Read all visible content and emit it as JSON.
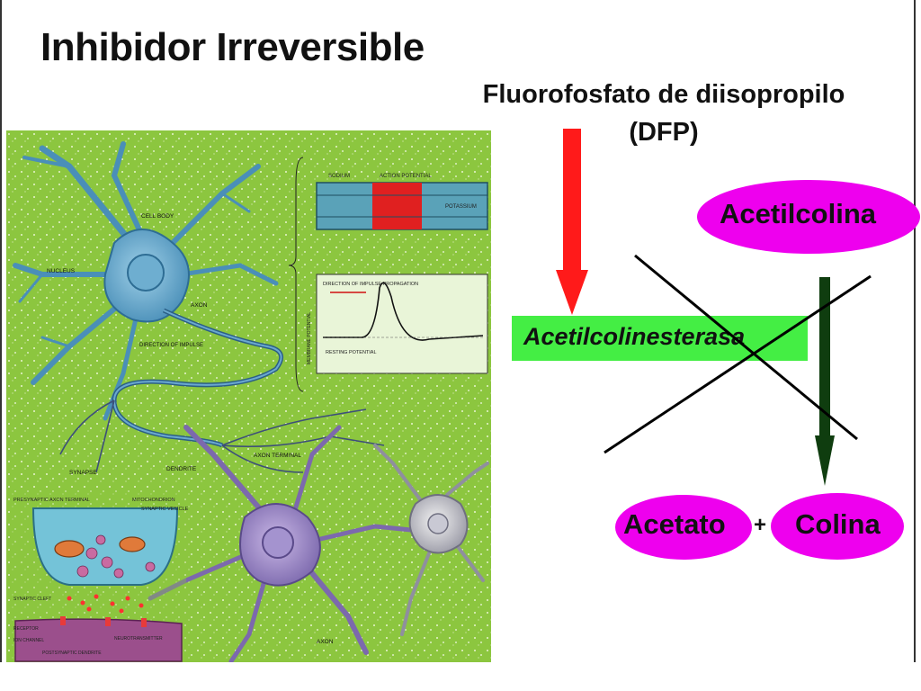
{
  "slide": {
    "title": "Inhibidor Irreversible",
    "inhibitor": {
      "name": "Fluorofosfato de diisopropilo",
      "abbr": "(DFP)"
    },
    "enzyme": "Acetilcolinesterasa",
    "substrate": "Acetilcolina",
    "products": {
      "left": "Acetato",
      "operator": "+",
      "right": "Colina"
    }
  },
  "illustration": {
    "labels": {
      "cell_body": "CELL BODY",
      "nucleus": "NUCLEUS",
      "axon": "AXON",
      "direction_of_impulse": "DIRECTION OF IMPULSE",
      "synapse": "SYNAPSE",
      "dendrite": "DENDRITE",
      "axon_terminal": "AXON TERMINAL",
      "sodium": "SODIUM",
      "action_potential": "ACTION POTENTIAL",
      "potassium": "POTASSIUM",
      "direction_of_propagation": "DIRECTION OF IMPULSE PROPAGATION",
      "resting_potential": "RESTING POTENTIAL",
      "membrane_potential": "MEMBRANE POTENTIAL",
      "presynaptic_terminal": "PRESYNAPTIC AXON TERMINAL",
      "mitochondrion": "MITOCHONDRION",
      "synaptic_vesicle": "SYNAPTIC VESICLE",
      "synaptic_cleft": "SYNAPTIC CLEFT",
      "receptor": "RECEPTOR",
      "ion_channel": "ION CHANNEL",
      "postsynaptic_dendrite": "POSTSYNAPTIC DENDRITE",
      "neurotransmitter": "NEUROTRANSMITTER",
      "axon_bottom": "AXON"
    }
  },
  "colors": {
    "background_green": "#8cc63f",
    "enzyme_box": "#44ee44",
    "ellipse_magenta": "#ee00ee",
    "inhibitor_arrow": "#ff1a1a",
    "reaction_arrow": "#0f3d0f"
  }
}
